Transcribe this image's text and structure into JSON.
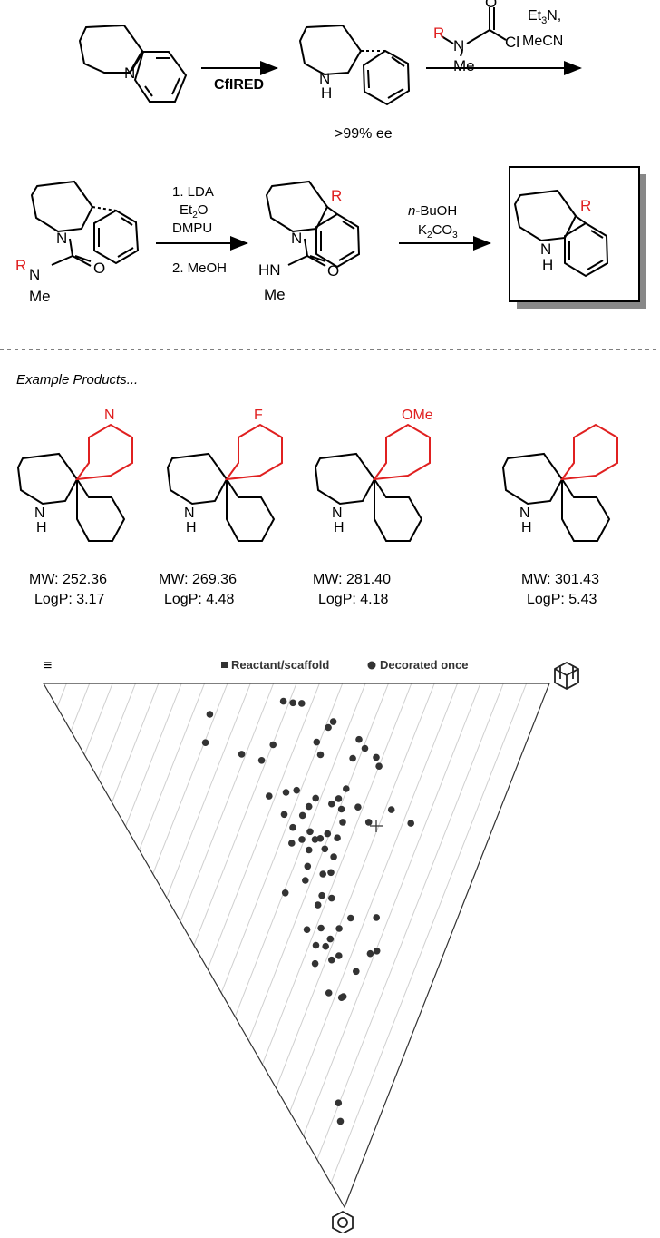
{
  "scheme": {
    "reagent1_R": "R",
    "reagent1_N": "N",
    "reagent1_Me": "Me",
    "reagent1_O": "O",
    "reagent1_Cl": "Cl",
    "conditions1_line1": "Et3N,",
    "conditions1_line2": "MeCN",
    "enzyme": "CfIRED",
    "ee": ">99% ee",
    "imine_N": "N",
    "amine_NH": "N\nH",
    "step2_line1": "1. LDA",
    "step2_line2": "Et2O",
    "step2_line3": "DMPU",
    "step2_line4": "2. MeOH",
    "step3_line1": "n-BuOH",
    "step3_line2": "K2CO3",
    "urea_R": "R",
    "urea_N": "N",
    "urea_Me": "Me",
    "urea_O": "O",
    "urea_HN": "HN",
    "product_R": "R",
    "R_label": "R"
  },
  "examples": {
    "heading": "Example Products...",
    "items": [
      {
        "name": "pyridyl",
        "mw": "MW: 252.36",
        "logp": "LogP: 3.17",
        "hetero": "N"
      },
      {
        "name": "fluorophenyl",
        "mw": "MW: 269.36",
        "logp": "LogP: 4.48",
        "hetero": "F"
      },
      {
        "name": "methoxyphenyl",
        "mw": "MW: 281.40",
        "logp": "LogP: 4.18",
        "hetero": "OMe"
      },
      {
        "name": "naphthyl",
        "mw": "MW: 301.43",
        "logp": "LogP: 5.43",
        "hetero": ""
      }
    ]
  },
  "chart_data": {
    "type": "scatter",
    "title": "",
    "legend": [
      {
        "name": "Reactant/scaffold",
        "marker": "square"
      },
      {
        "name": "Decorated once",
        "marker": "circle"
      }
    ],
    "legend_placement": "top",
    "grid": true,
    "axes": [
      "rod",
      "sphere",
      "disc"
    ],
    "series": [
      {
        "name": "Decorated once",
        "points": [
          [
            0.312,
            0.059
          ],
          [
            0.285,
            0.113
          ],
          [
            0.36,
            0.135
          ],
          [
            0.403,
            0.147
          ],
          [
            0.435,
            0.117
          ],
          [
            0.489,
            0.037
          ],
          [
            0.507,
            0.038
          ],
          [
            0.47,
            0.034
          ],
          [
            0.571,
            0.073
          ],
          [
            0.56,
            0.084
          ],
          [
            0.533,
            0.112
          ],
          [
            0.54,
            0.136
          ],
          [
            0.627,
            0.107
          ],
          [
            0.641,
            0.124
          ],
          [
            0.614,
            0.143
          ],
          [
            0.668,
            0.141
          ],
          [
            0.676,
            0.158
          ],
          [
            0.717,
            0.241
          ],
          [
            0.774,
            0.267
          ],
          [
            0.63,
            0.236
          ],
          [
            0.599,
            0.201
          ],
          [
            0.58,
            0.22
          ],
          [
            0.587,
            0.24
          ],
          [
            0.59,
            0.265
          ],
          [
            0.562,
            0.23
          ],
          [
            0.522,
            0.219
          ],
          [
            0.503,
            0.235
          ],
          [
            0.484,
            0.252
          ],
          [
            0.5,
            0.283
          ],
          [
            0.475,
            0.298
          ],
          [
            0.492,
            0.318
          ],
          [
            0.512,
            0.298
          ],
          [
            0.527,
            0.296
          ],
          [
            0.538,
            0.316
          ],
          [
            0.548,
            0.287
          ],
          [
            0.575,
            0.295
          ],
          [
            0.563,
            0.331
          ],
          [
            0.553,
            0.361
          ],
          [
            0.528,
            0.364
          ],
          [
            0.52,
            0.405
          ],
          [
            0.483,
            0.349
          ],
          [
            0.508,
            0.467
          ],
          [
            0.52,
            0.502
          ],
          [
            0.541,
            0.528
          ],
          [
            0.572,
            0.52
          ],
          [
            0.589,
            0.598
          ],
          [
            0.58,
            0.6
          ],
          [
            0.519,
            0.591
          ],
          [
            0.47,
            0.535
          ],
          [
            0.617,
            0.448
          ],
          [
            0.646,
            0.55
          ],
          [
            0.66,
            0.265
          ],
          [
            0.709,
            0.447
          ],
          [
            0.7,
            0.516
          ],
          [
            0.726,
            0.511
          ],
          [
            0.455,
            0.47
          ],
          [
            0.4,
            0.4
          ],
          [
            0.436,
            0.25
          ],
          [
            0.476,
            0.204
          ],
          [
            0.449,
            0.208
          ],
          [
            0.405,
            0.215
          ],
          [
            0.454,
            0.275
          ],
          [
            0.445,
            0.305
          ],
          [
            0.471,
            0.376
          ],
          [
            0.504,
            0.423
          ],
          [
            0.54,
            0.488
          ],
          [
            0.482,
            0.5
          ],
          [
            0.552,
            0.41
          ],
          [
            0.575,
            0.468
          ],
          [
            0.535,
            0.801
          ],
          [
            0.546,
            0.836
          ]
        ]
      }
    ]
  }
}
